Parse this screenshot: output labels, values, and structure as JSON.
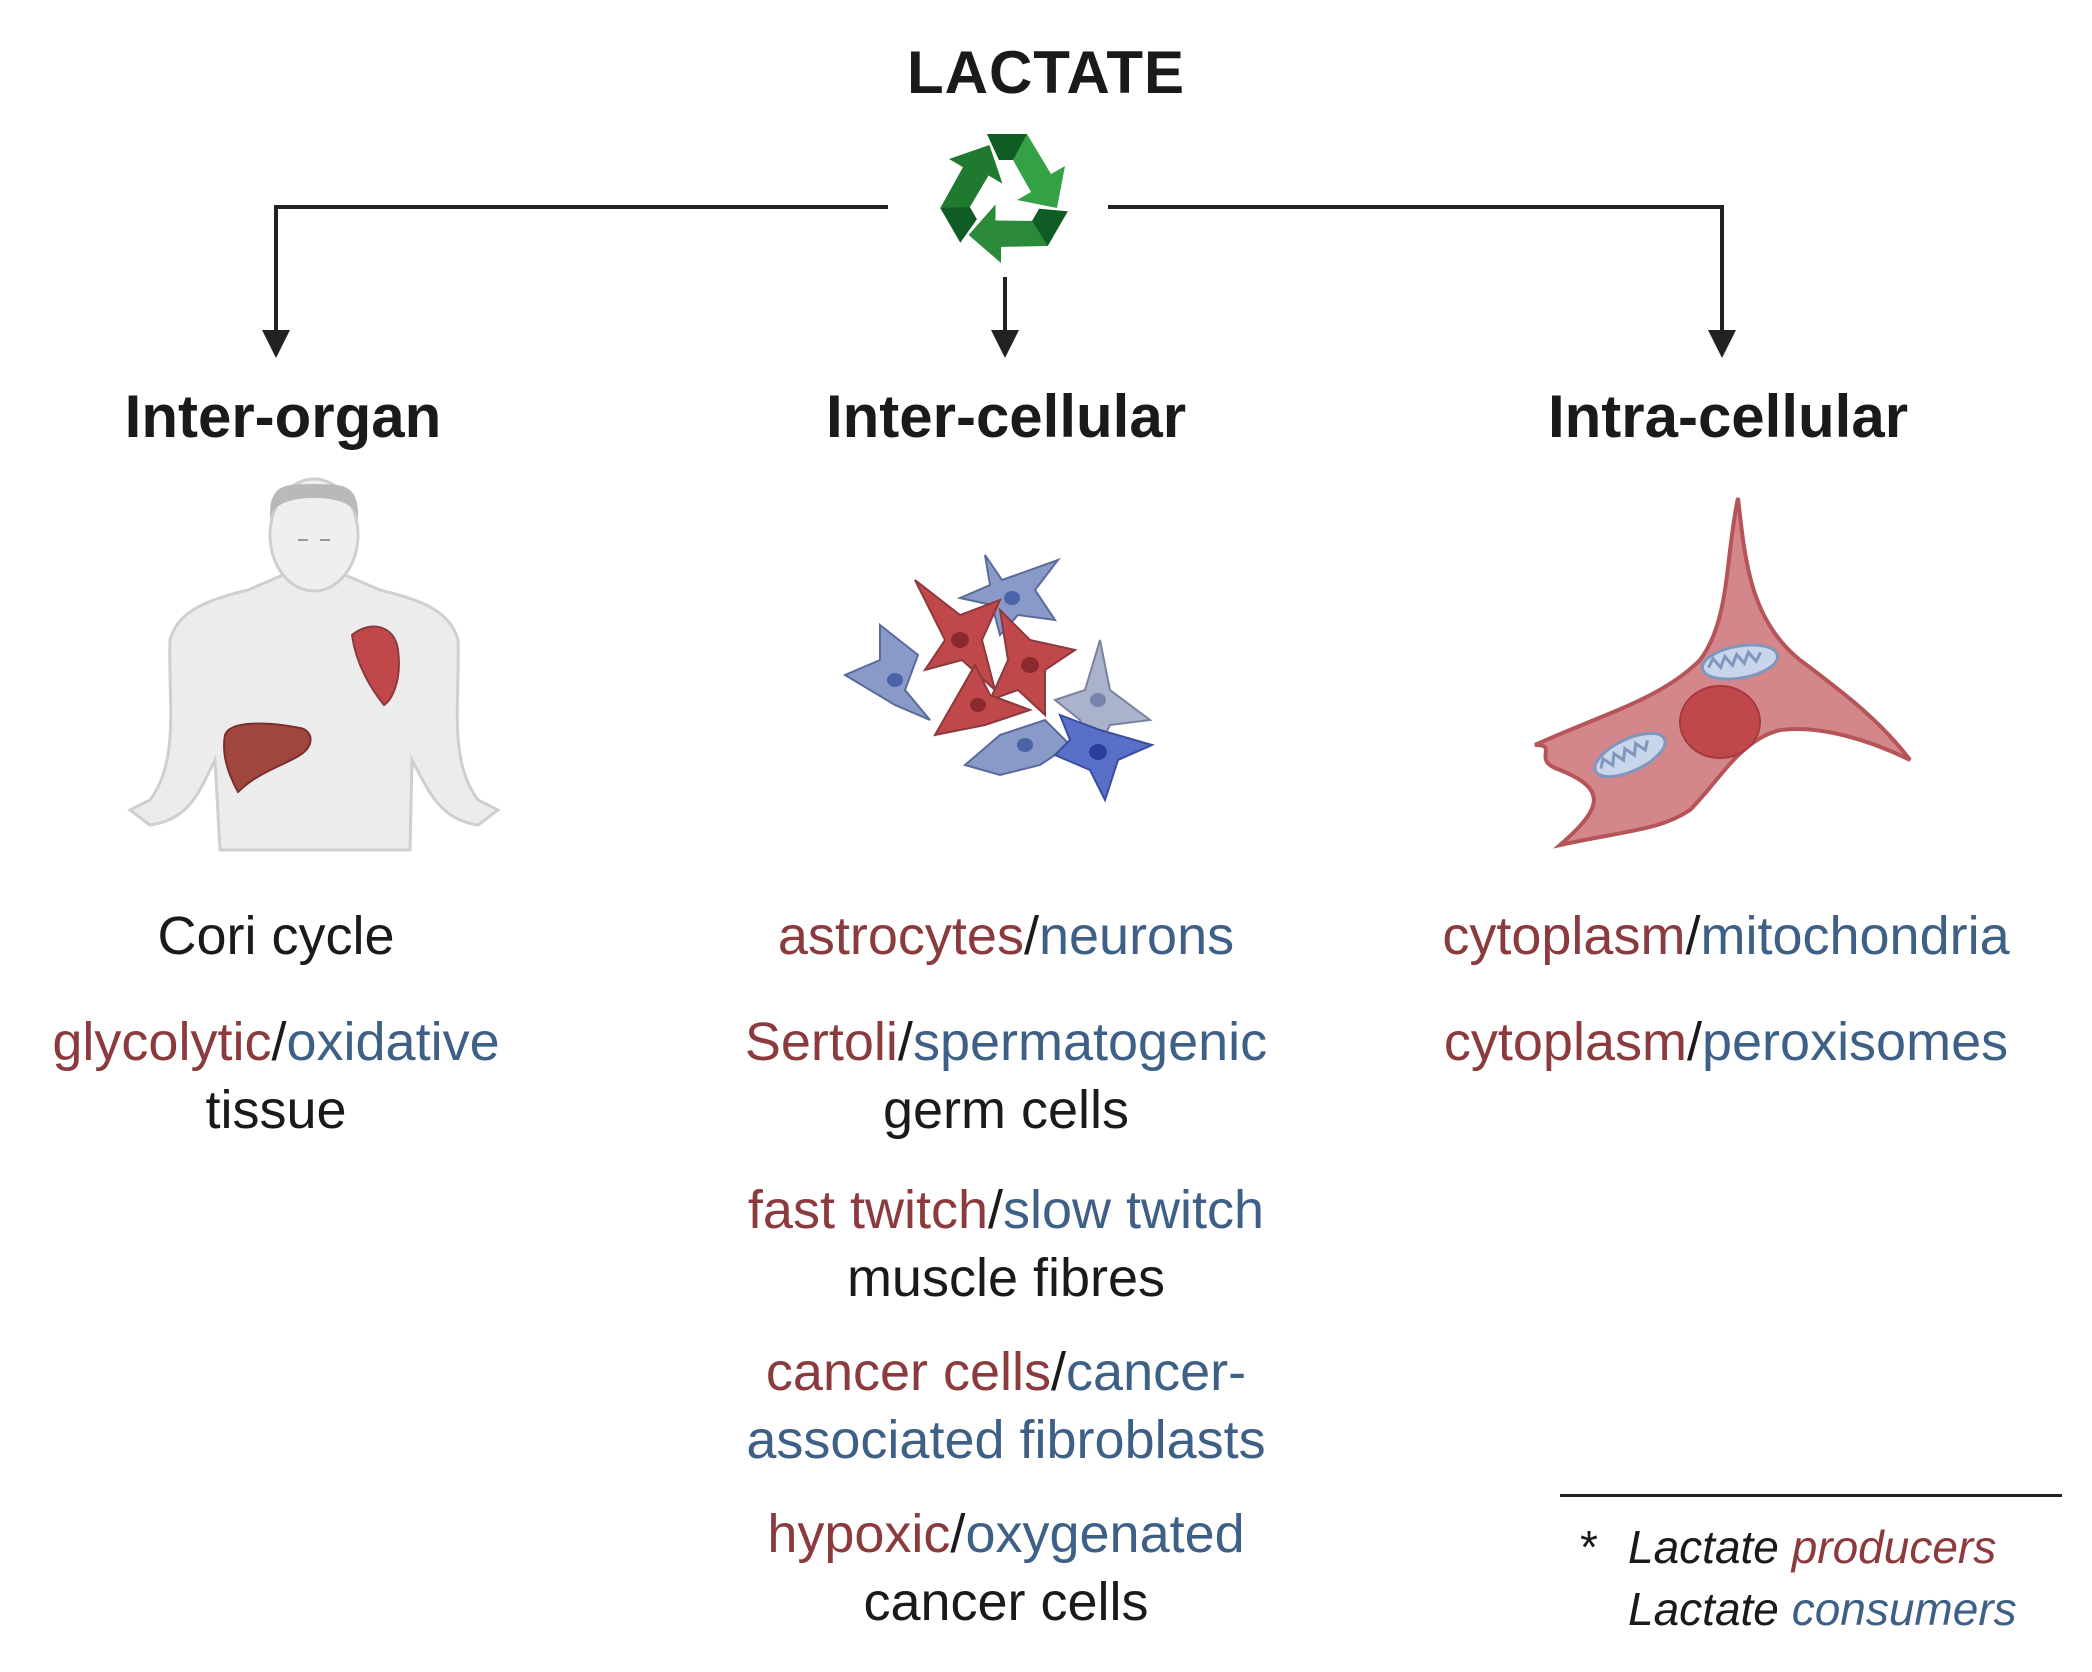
{
  "title": "LACTATE",
  "colors": {
    "producer": "#8b3a3e",
    "consumer": "#3e5f86",
    "arrow": "#222222",
    "recycle_dark": "#0f5d24",
    "recycle_light": "#34a244"
  },
  "icons": {
    "center": "recycle-icon",
    "col1": "human-torso-icon",
    "col2": "cell-cluster-icon",
    "col3": "single-cell-icon"
  },
  "columns": [
    {
      "heading": "Inter-organ",
      "items": [
        {
          "neutral_top": "Cori cycle"
        },
        {
          "producer": "glycolytic",
          "sep": "/",
          "consumer": "oxidative",
          "suffix": "tissue"
        }
      ]
    },
    {
      "heading": "Inter-cellular",
      "items": [
        {
          "producer": "astrocytes",
          "sep": "/",
          "consumer": "neurons"
        },
        {
          "producer": "Sertoli",
          "sep": "/",
          "consumer": "spermatogenic",
          "suffix": "germ cells"
        },
        {
          "producer": "fast twitch",
          "sep": "/",
          "consumer": "slow twitch",
          "suffix": "muscle fibres"
        },
        {
          "producer": "cancer cells",
          "sep": "/",
          "consumer": "cancer-",
          "consumer_line2": "associated fibroblasts"
        },
        {
          "producer": "hypoxic",
          "sep": "/",
          "consumer": "oxygenated",
          "suffix": "cancer cells"
        }
      ]
    },
    {
      "heading": "Intra-cellular",
      "items": [
        {
          "producer": "cytoplasm",
          "sep": "/",
          "consumer": "mitochondria"
        },
        {
          "producer": "cytoplasm",
          "sep": "/",
          "consumer": "peroxisomes"
        }
      ]
    }
  ],
  "legend": {
    "marker": "*",
    "line1_prefix": "Lactate",
    "line1_word": "producers",
    "line2_prefix": "Lactate",
    "line2_word": "consumers"
  }
}
